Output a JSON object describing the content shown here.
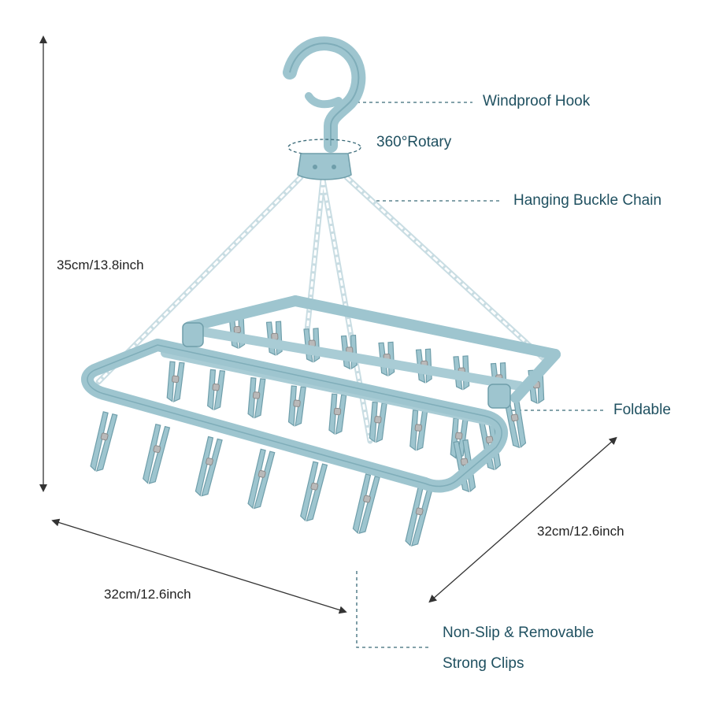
{
  "labels": {
    "hook": "Windproof Hook",
    "rotary": "360°Rotary",
    "chain": "Hanging Buckle Chain",
    "foldable": "Foldable",
    "clips_line1": "Non-Slip & Removable",
    "clips_line2": "Strong Clips"
  },
  "dimensions": {
    "height": "35cm/13.8inch",
    "width": "32cm/12.6inch",
    "depth": "32cm/12.6inch"
  },
  "colors": {
    "product": "#9ec5cf",
    "product_dark": "#6f9eaa",
    "label_text": "#1f5060",
    "leader_line": "#3a6a78",
    "dimension_line": "#333333"
  }
}
